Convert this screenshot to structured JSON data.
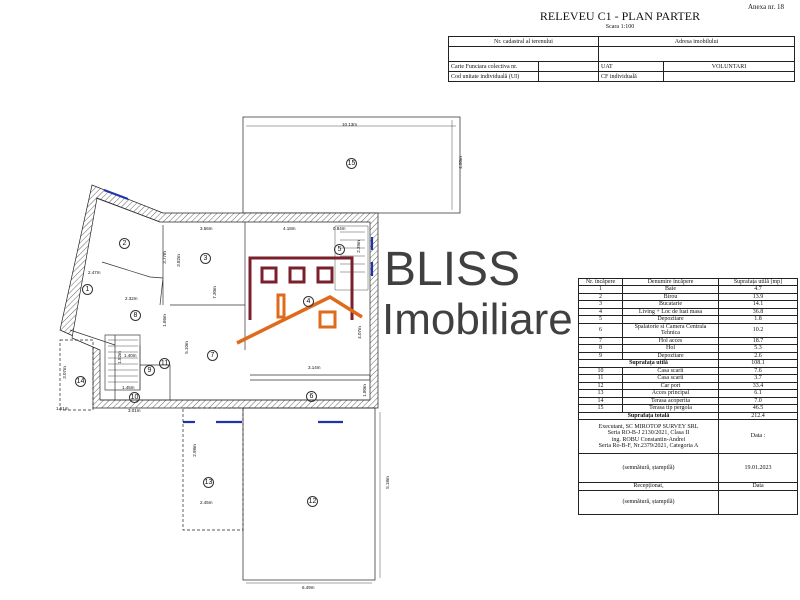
{
  "header": {
    "annex": "Anexa nr. 18",
    "title": "RELEVEU C1 - PLAN PARTER",
    "scale": "Scara 1:100"
  },
  "cadastral_table": {
    "nr_cadastral_label": "Nr. cadastral al terenului",
    "address_label": "Adresa imobilului",
    "cf_colectiva_label": "Carte Funciara colectiva nr.",
    "uat_label": "UAT",
    "uat_value": "VOLUNTARI",
    "cod_ui_label": "Cod unitate individuală (UI)",
    "cf_individuala_label": "CF individuală"
  },
  "rooms_table": {
    "headers": [
      "Nr. încăpere",
      "Denumire încăpere",
      "Suprafața utilă [mp]"
    ],
    "rows": [
      [
        "1",
        "Baie",
        "4.7"
      ],
      [
        "2",
        "Birou",
        "13.9"
      ],
      [
        "3",
        "Bucatarie",
        "14.1"
      ],
      [
        "4",
        "Living + Loc de luat masa",
        "36.8"
      ],
      [
        "5",
        "Depozitare",
        "1.8"
      ],
      [
        "6",
        "Spalatorie si Camera Centrala Tehnica",
        "10.2"
      ],
      [
        "7",
        "Hol acces",
        "18.7"
      ],
      [
        "8",
        "Hol",
        "5.3"
      ],
      [
        "9",
        "Depozitare",
        "2.6"
      ]
    ],
    "useful_label": "Suprafața utilă",
    "useful_value": "108.1",
    "rows2": [
      [
        "10",
        "Casa scarii",
        "7.6"
      ],
      [
        "11",
        "Casa scarii",
        "3.7"
      ],
      [
        "12",
        "Car port",
        "33.4"
      ],
      [
        "13",
        "Acces principal",
        "6.1"
      ],
      [
        "14",
        "Terasa acoperita",
        "7.0"
      ],
      [
        "15",
        "Terasa tip pergola",
        "46.5"
      ]
    ],
    "total_label": "Suprafața totală",
    "total_value": "212.4",
    "executant": [
      "Executant, SC MIROTOP SURVEY SRL",
      "Seria RO-B-J 2130/2021, Clasa II",
      "ing. ROBU Constantin-Andrei",
      "Seria Ro-B-F, Nr.2379/2021, Categoria A"
    ],
    "date_label": "Data :",
    "signature_label": "(semnătură, ștampilă)",
    "date_value": "19.01.2023",
    "received_label": "Recepționat,",
    "data_label": "Data"
  },
  "plan": {
    "room_numbers": [
      "1",
      "2",
      "3",
      "4",
      "5",
      "6",
      "7",
      "8",
      "9",
      "10",
      "11",
      "12",
      "13",
      "14",
      "15"
    ],
    "dimensions": [
      "10.13m",
      "4.50m",
      "3.56m",
      "4.18m",
      "0.84m",
      "3.77m",
      "3.82m",
      "2.47m",
      "2.32m",
      "1.86m",
      "7.30m",
      "4.07m",
      "3.14m",
      "1.45m",
      "1.52m",
      "5.10m",
      "3.07m",
      "1.51m",
      "3.01m",
      "2.98m",
      "2.45m",
      "5.18m",
      "6.49m",
      "1.80m",
      "2.39m",
      "1.40m"
    ]
  },
  "watermark": {
    "brand": "BLISS",
    "sub": "Imobiliare",
    "colors": {
      "logo_dark": "#7a1f2b",
      "logo_orange": "#e06a1b"
    }
  }
}
